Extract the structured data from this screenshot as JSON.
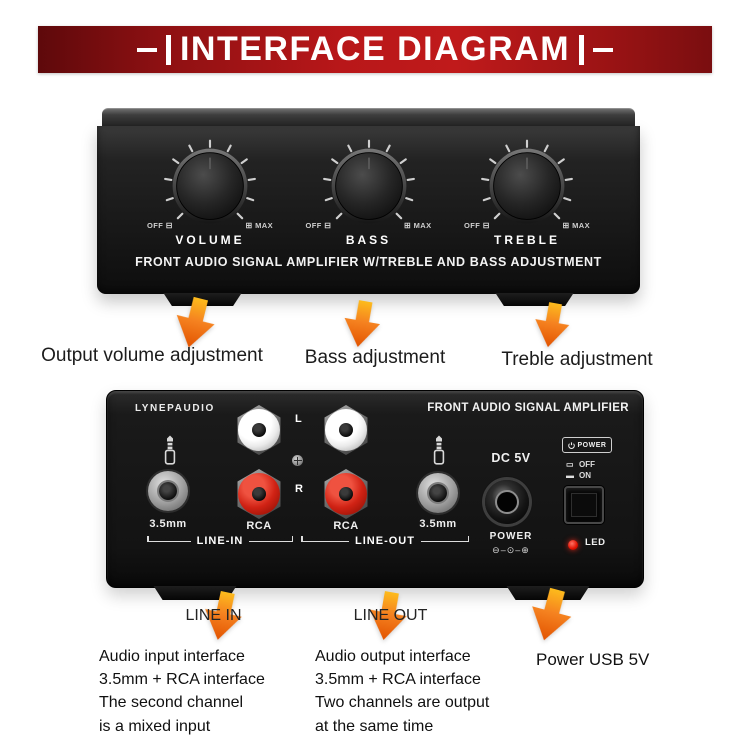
{
  "banner": {
    "title": "INTERFACE DIAGRAM"
  },
  "front_panel": {
    "caption": "FRONT AUDIO SIGNAL AMPLIFIER W/TREBLE AND BASS ADJUSTMENT",
    "scale": {
      "off": "OFF",
      "max": "MAX",
      "minus_icon": "⊟",
      "plus_icon": "⊞"
    },
    "knobs": [
      {
        "label": "VOLUME"
      },
      {
        "label": "BASS"
      },
      {
        "label": "TREBLE"
      }
    ]
  },
  "front_annotations": {
    "volume": "Output volume adjustment",
    "bass": "Bass adjustment",
    "treble": "Treble adjustment"
  },
  "back_panel": {
    "brand": "LYNEPAUDIO",
    "title": "FRONT AUDIO SIGNAL AMPLIFIER",
    "jack_35_left": "3.5mm",
    "jack_35_right": "3.5mm",
    "rca_in": "RCA",
    "rca_out": "RCA",
    "channel_left": "L",
    "channel_right": "R",
    "line_in": "LINE-IN",
    "line_out": "LINE-OUT",
    "dc_input": "DC 5V",
    "power_jack": "POWER",
    "polarity": "⊖–⊙–⊕",
    "switch": {
      "title": "POWER",
      "off": "OFF",
      "on": "ON",
      "off_icon": "▭",
      "on_icon": "▬"
    },
    "led": "LED"
  },
  "back_annotations": {
    "line_in": "LINE IN",
    "line_out": "LINE OUT",
    "power": "Power USB 5V"
  },
  "descriptions": {
    "line_in": [
      "Audio input interface",
      "3.5mm + RCA interface",
      "The second channel",
      "is a mixed input"
    ],
    "line_out": [
      "Audio output interface",
      "3.5mm + RCA interface",
      "Two channels are output",
      "at the same time"
    ]
  },
  "colors": {
    "banner_red": "#b41818",
    "arrow_orange": "#f58220",
    "rca_red": "#c42014",
    "led_red": "#e31208",
    "panel_black": "#161616"
  }
}
